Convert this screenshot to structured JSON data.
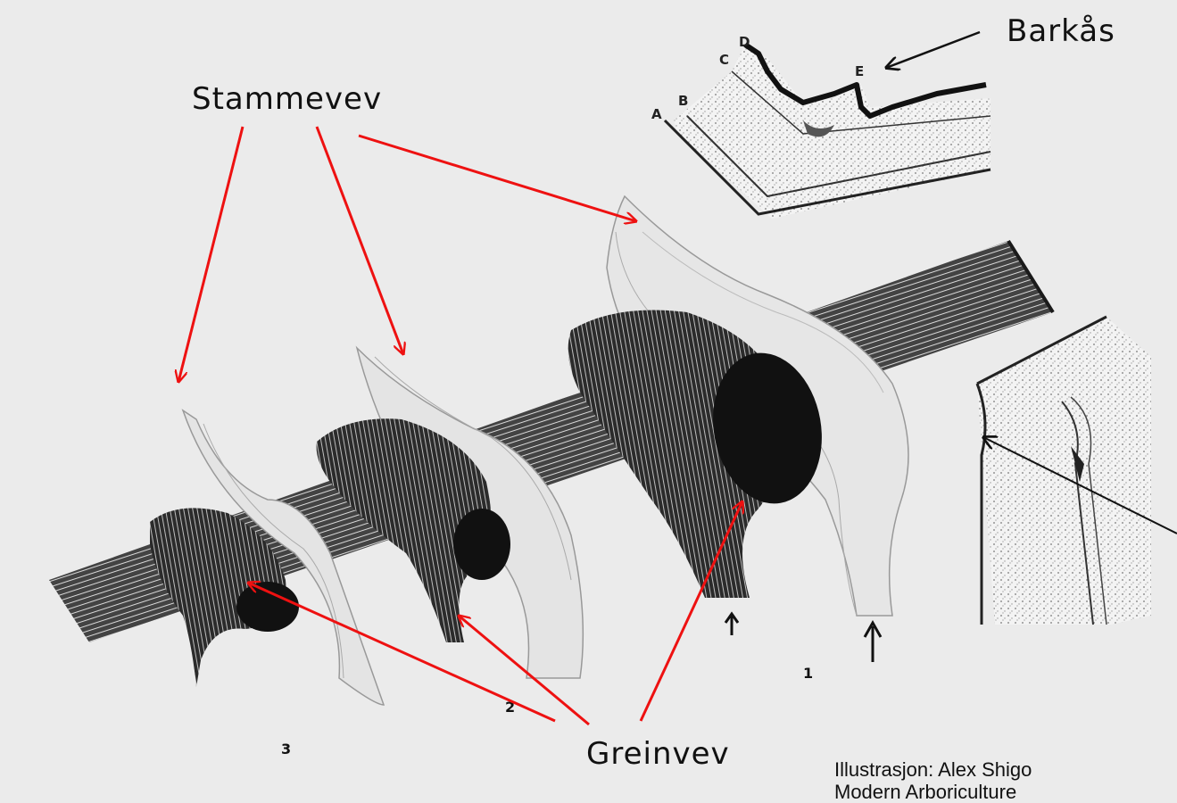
{
  "labels": {
    "stem_tissue": "Stammevev",
    "branch_tissue": "Greinvev",
    "bark_ridge": "Barkås"
  },
  "cross_section_letters": [
    "A",
    "B",
    "C",
    "D",
    "E"
  ],
  "stage_numbers": [
    "1",
    "2",
    "3"
  ],
  "credit": {
    "line1": "Illustrasjon: Alex Shigo",
    "line2": "Modern Arboriculture"
  },
  "colors": {
    "annotation_arrow": "#ee1111",
    "pointer_arrow": "#111111",
    "background": "#ebebeb",
    "ink": "#1a1a1a"
  }
}
